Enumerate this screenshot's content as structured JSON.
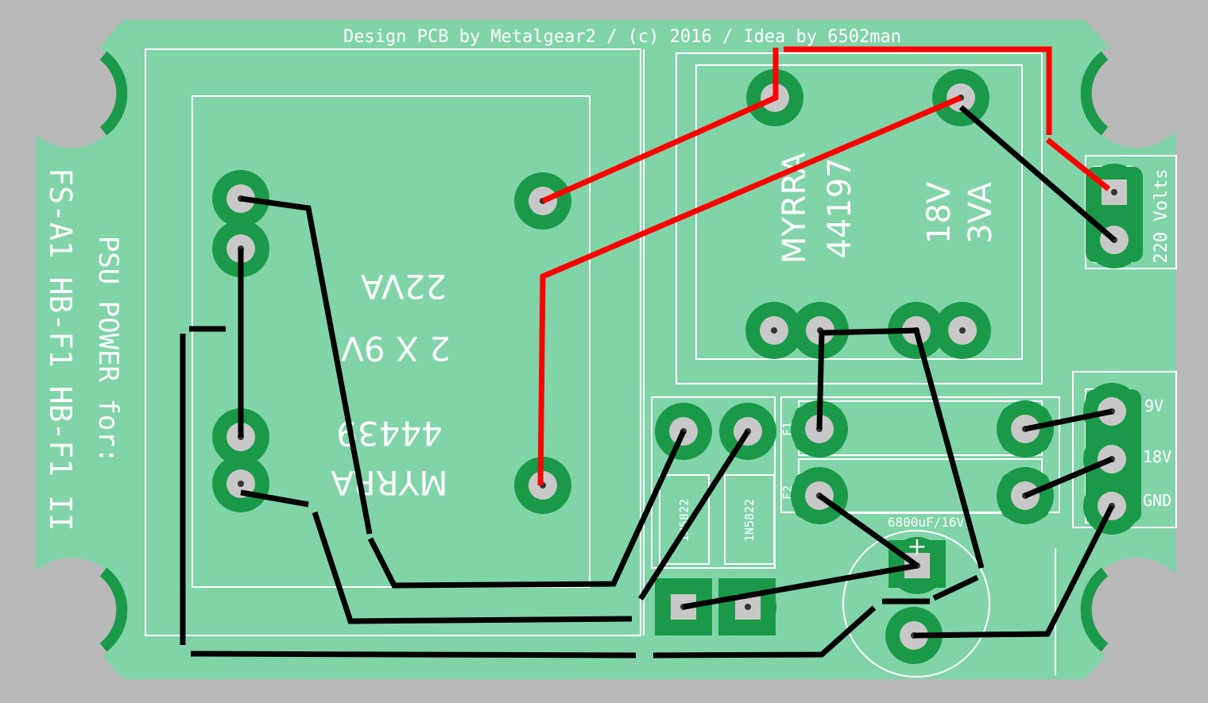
{
  "board": {
    "credit": "Design PCB by Metalgear2 / (c) 2016 / Idea by 6502man",
    "title_line1": "PSU POWER for:",
    "title_line2": "FS-A1  HB-F1  HB-F1 II",
    "big_transformer": {
      "brand": "MYRRA",
      "part": "44439",
      "spec1": "2 X 9V",
      "spec2": "22VA"
    },
    "small_transformer": {
      "brand": "MYRRA",
      "part": "44197",
      "spec1": "18V",
      "spec2": "3VA"
    },
    "mains_label": "220 Volts",
    "diode1": "1N5822",
    "diode2": "1N5822",
    "fuse1": "F1",
    "fuse2": "F2",
    "capacitor": "6800uF/16V",
    "cap_plus": "+",
    "outputs": [
      "9V",
      "18V",
      "GND"
    ]
  },
  "colors": {
    "background": "#b9b9b9",
    "board": "#80d4a8",
    "copper": "#1a9a48",
    "pad": "#c8c8c8",
    "silkscreen": "#ffffff",
    "wire_mains": "#ff0000",
    "wire_low": "#000000"
  }
}
